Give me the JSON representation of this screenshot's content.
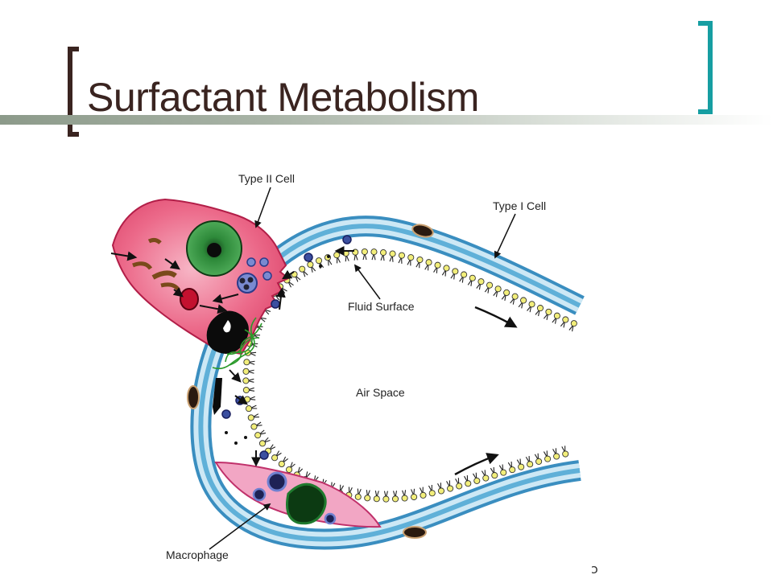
{
  "slide": {
    "title": "Surfactant Metabolism"
  },
  "diagram": {
    "labels": {
      "type_ii_cell": "Type II Cell",
      "type_i_cell": "Type I Cell",
      "fluid_surface": "Fluid Surface",
      "air_space": "Air Space",
      "macrophage": "Macrophage"
    }
  },
  "colors": {
    "title_text": "#3a2420",
    "left_bracket": "#3a2420",
    "right_bracket": "#169ea2",
    "membrane_blue": "#5fb0d8",
    "membrane_light": "#cde8f5",
    "type_ii_pink": "#e84a6f",
    "macrophage_pink": "#f2a6c4",
    "nucleus_green": "#1f7a2e",
    "surfactant_yellow": "#f2ee7a",
    "vesicle_blue": "#3b4fa0"
  },
  "icons": {
    "corner_mark": "ↄ"
  }
}
